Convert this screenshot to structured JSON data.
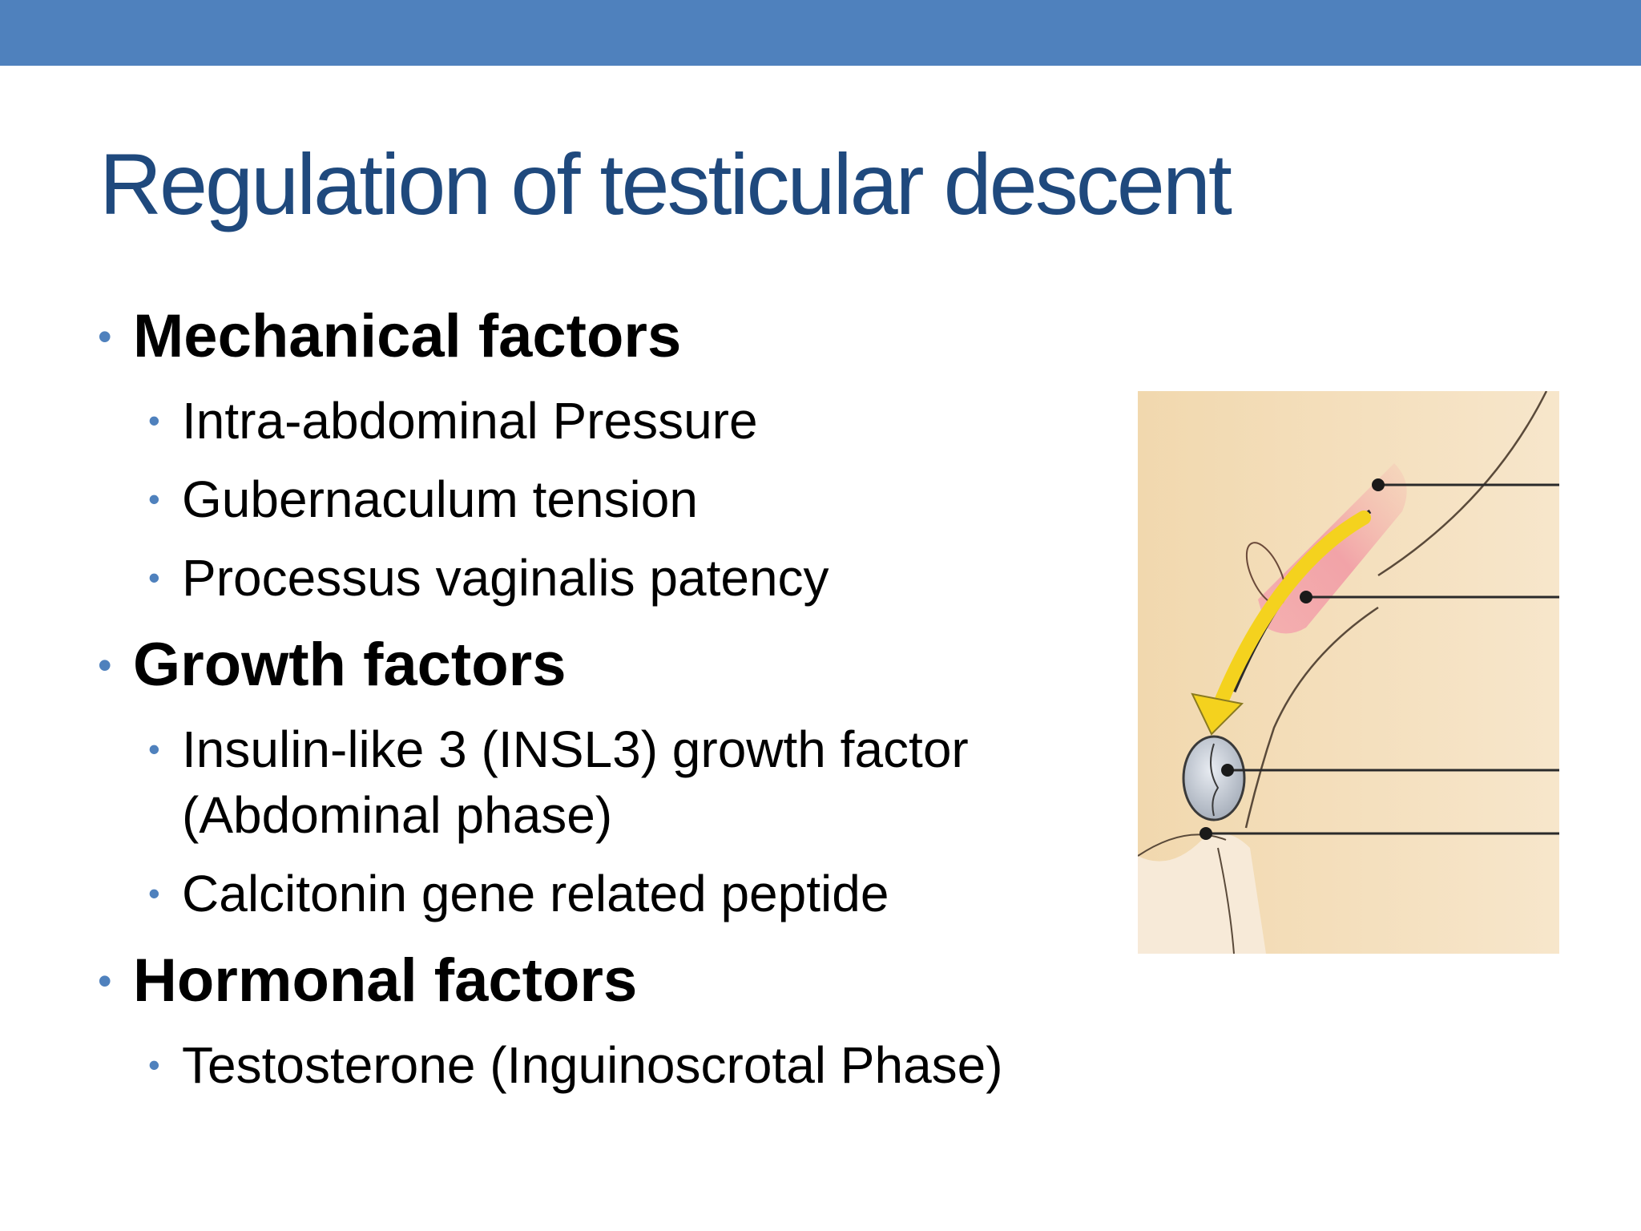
{
  "slide": {
    "title": "Regulation of testicular descent"
  },
  "colors": {
    "header_bar": "#4f81bd",
    "title_text": "#1f497d",
    "bullet_marker": "#4f81bd"
  },
  "bullets": [
    {
      "heading": "Mechanical factors",
      "items": [
        "Intra-abdominal Pressure",
        "Gubernaculum tension",
        "Processus vaginalis patency"
      ]
    },
    {
      "heading": "Growth factors",
      "items": [
        "Insulin-like 3 (INSL3) growth factor",
        "(Abdominal phase)",
        "Calcitonin gene related peptide"
      ]
    },
    {
      "heading": "Hormonal factors",
      "items": [
        "Testosterone (Inguinoscrotal Phase)"
      ]
    }
  ],
  "bullet_marker": "•"
}
